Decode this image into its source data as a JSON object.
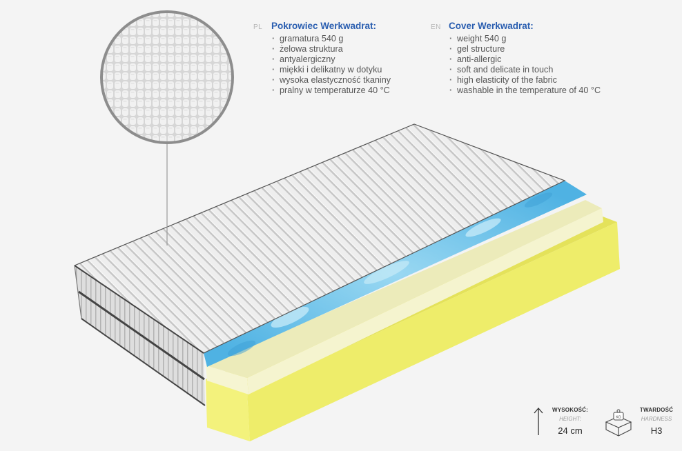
{
  "spec_pl": {
    "lang": "PL",
    "title": "Pokrowiec Werkwadrat:",
    "items": [
      "gramatura 540 g",
      "żelowa struktura",
      "antyalergiczny",
      "miękki i delikatny w dotyku",
      "wysoka elastyczność tkaniny",
      "pralny w temperaturze 40 °C"
    ]
  },
  "spec_en": {
    "lang": "EN",
    "title": "Cover Werkwadrat:",
    "items": [
      "weight 540 g",
      "gel structure",
      "anti-allergic",
      "soft and delicate in touch",
      "high elasticity of the fabric",
      "washable in the temperature of 40 °C"
    ]
  },
  "height_badge": {
    "label_pl": "WYSOKOŚĆ:",
    "label_en": "HEIGHT:",
    "value": "24 cm",
    "icon": "up-arrow-icon"
  },
  "hardness_badge": {
    "label_pl": "TWARDOŚĆ",
    "label_en": "HARDNESS",
    "value": "H3",
    "icon": "weight-box-icon",
    "icon_text": "KG"
  },
  "colors": {
    "heading_blue": "#2a5eb0",
    "foam_yellow": "#f0ef6e",
    "latex_cream": "#f4f3c6",
    "gel_blue": "#6cc4ea",
    "cover_grey": "#e4e4e4"
  }
}
